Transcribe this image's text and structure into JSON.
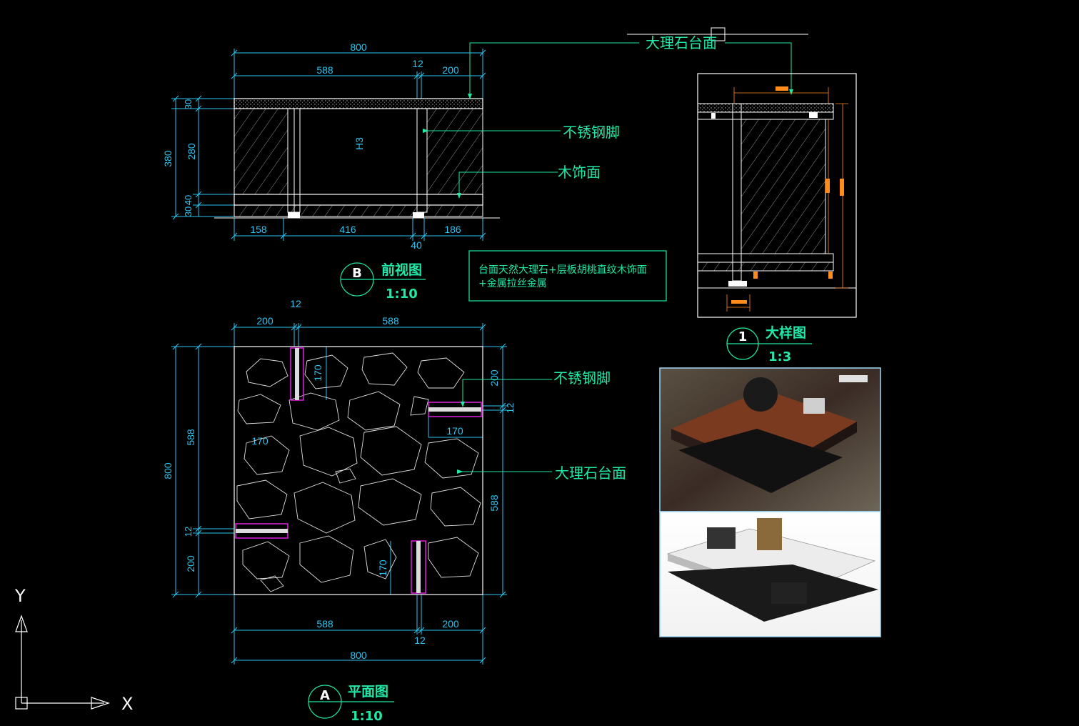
{
  "front_view": {
    "dims_top": [
      "800",
      "588",
      "12",
      "200"
    ],
    "dims_bottom": [
      "158",
      "416",
      "40",
      "186"
    ],
    "dims_left": [
      "380",
      "30",
      "280",
      "40",
      "30"
    ],
    "center_mark": "H3",
    "callouts": [
      "不锈钢脚",
      "木饰面"
    ],
    "tag": "B",
    "title": "前视图",
    "scale": "1:10"
  },
  "material_note": {
    "line1": "台面天然大理石+层板胡桃直纹木饰面",
    "line2": "+金属拉丝金属"
  },
  "top_callout": "大理石台面",
  "detail_view": {
    "tag": "1",
    "title": "大样图",
    "scale": "1:3"
  },
  "plan_view": {
    "dims_top": [
      "12",
      "200",
      "588"
    ],
    "dims_bottom": [
      "588",
      "12",
      "200",
      "800"
    ],
    "dims_left": [
      "800",
      "588",
      "12",
      "200"
    ],
    "dims_right": [
      "200",
      "12",
      "588"
    ],
    "dims_inner": [
      "170",
      "170",
      "170"
    ],
    "callouts": [
      "不锈钢脚",
      "大理石台面"
    ],
    "tag": "A",
    "title": "平面图",
    "scale": "1:10"
  },
  "ucs": {
    "x": "X",
    "y": "Y"
  },
  "colors": {
    "background": "#000000",
    "dimension": "#2ec4f0",
    "annotation": "#1fe8a8",
    "geometry": "#ffffff",
    "leg_highlight": "#e020e0",
    "detail_dims": "#ff8c1a"
  }
}
